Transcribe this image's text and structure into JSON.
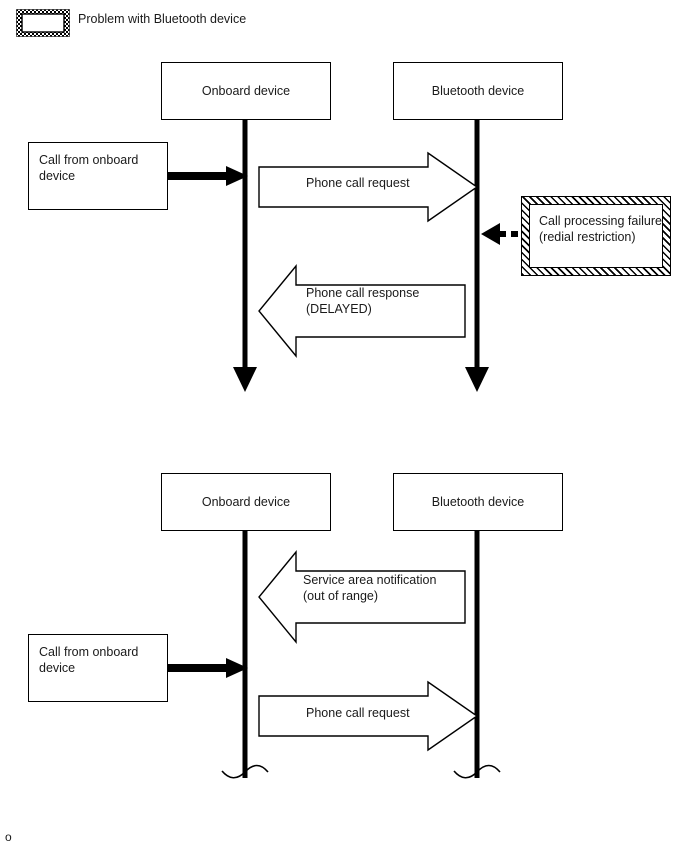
{
  "legend": {
    "icon_name": "hatched-box-icon",
    "label": "Problem with Bluetooth device"
  },
  "corner_mark": "o",
  "colors": {
    "stroke": "#000000",
    "fill": "#ffffff",
    "text": "#1a1a1a"
  },
  "diagrams": [
    {
      "id": "diagram-top",
      "participants": [
        {
          "name": "onboard-device",
          "label": "Onboard device"
        },
        {
          "name": "bluetooth-device",
          "label": "Bluetooth device"
        }
      ],
      "lifeline_end": "arrowhead",
      "notes": [
        {
          "name": "call-from-onboard-device-note",
          "lines": [
            "Call from onboard",
            "device"
          ]
        }
      ],
      "problem_box": {
        "name": "call-processing-failure-box",
        "lines": [
          "Call processing failure",
          "(redial restriction)"
        ],
        "connector": "dashed-arrow-left"
      },
      "messages": [
        {
          "name": "phone-call-request-arrow",
          "direction": "right",
          "lines": [
            "Phone call request"
          ]
        },
        {
          "name": "phone-call-response-arrow",
          "direction": "left",
          "lines": [
            "Phone call response",
            "(DELAYED)"
          ]
        }
      ]
    },
    {
      "id": "diagram-bottom",
      "participants": [
        {
          "name": "onboard-device",
          "label": "Onboard device"
        },
        {
          "name": "bluetooth-device",
          "label": "Bluetooth device"
        }
      ],
      "lifeline_end": "wave-break",
      "notes": [
        {
          "name": "call-from-onboard-device-note",
          "lines": [
            "Call from onboard",
            "device"
          ]
        }
      ],
      "messages": [
        {
          "name": "service-area-notification-arrow",
          "direction": "left",
          "lines": [
            "Service area notification",
            "(out of range)"
          ]
        },
        {
          "name": "phone-call-request-arrow",
          "direction": "right",
          "lines": [
            "Phone call request"
          ]
        }
      ]
    }
  ]
}
